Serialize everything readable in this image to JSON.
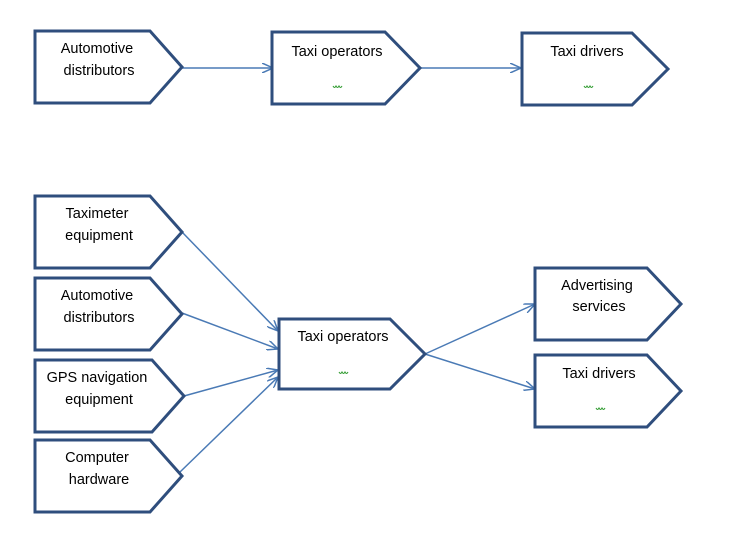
{
  "colors": {
    "node_stroke": "#2f4e7d",
    "edge": "#4a7ab5",
    "squiggle": "#2e9a2e"
  },
  "top_chain": {
    "automotive_distributors": [
      "Automotive",
      "distributors"
    ],
    "taxi_operators": [
      "Taxi operators"
    ],
    "taxi_drivers": [
      "Taxi drivers"
    ]
  },
  "bottom_network": {
    "taximeter_equipment": [
      "Taximeter",
      "equipment"
    ],
    "automotive_distributors": [
      "Automotive",
      "distributors"
    ],
    "gps_navigation_equipment": [
      "GPS navigation",
      "equipment"
    ],
    "computer_hardware": [
      "Computer",
      "hardware"
    ],
    "taxi_operators": [
      "Taxi operators"
    ],
    "advertising_services": [
      "Advertising",
      "services"
    ],
    "taxi_drivers": [
      "Taxi drivers"
    ]
  }
}
